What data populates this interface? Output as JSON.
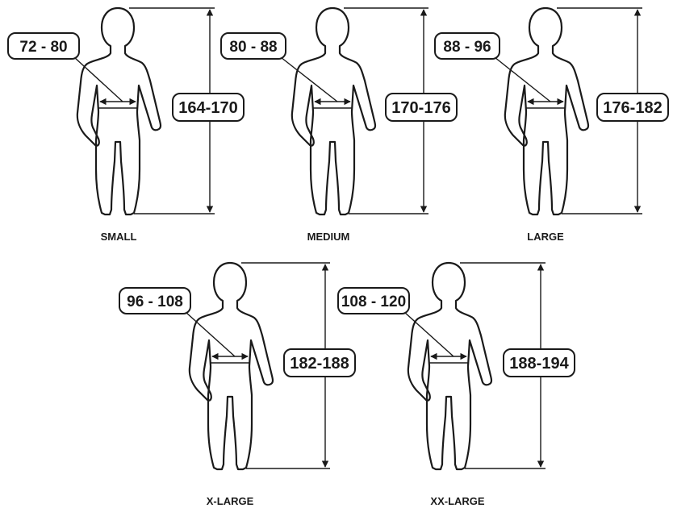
{
  "figures": [
    {
      "size": "SMALL",
      "waist": "72 - 80",
      "height": "164-170"
    },
    {
      "size": "MEDIUM",
      "waist": "80 - 88",
      "height": "170-176"
    },
    {
      "size": "LARGE",
      "waist": "88 - 96",
      "height": "176-182"
    },
    {
      "size": "X-LARGE",
      "waist": "96 - 108",
      "height": "182-188"
    },
    {
      "size": "XX-LARGE",
      "waist": "108 - 120",
      "height": "188-194"
    }
  ]
}
